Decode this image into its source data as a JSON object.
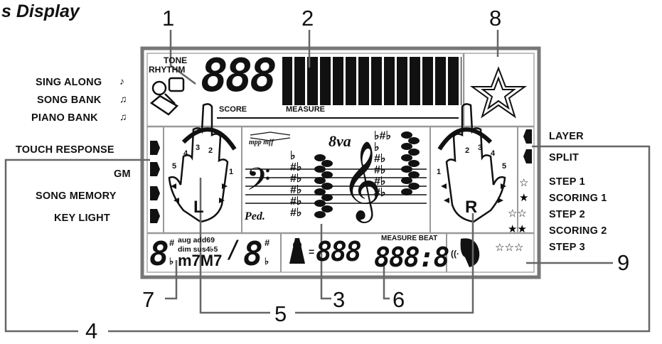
{
  "title": "s Display",
  "callouts": [
    "1",
    "2",
    "3",
    "4",
    "5",
    "6",
    "7",
    "8",
    "9"
  ],
  "left_indicators": [
    "SING ALONG",
    "SONG BANK",
    "PIANO BANK",
    "TOUCH RESPONSE",
    "GM",
    "SONG MEMORY",
    "KEY LIGHT"
  ],
  "right_indicators": [
    "LAYER",
    "SPLIT",
    "STEP 1",
    "SCORING 1",
    "STEP 2",
    "SCORING 2",
    "STEP 3"
  ],
  "lcd": {
    "tone": "TONE",
    "rhythm": "RHYTHM",
    "digits": "888",
    "score": "SCORE",
    "measure": "MEASURE",
    "dynamics": "mpp mff",
    "octave": "8va",
    "pedal": "Ped.",
    "hand_left": "L",
    "hand_right": "R",
    "finger_nums_left": [
      "4",
      "3",
      "2",
      "5",
      "1"
    ],
    "finger_nums_right": [
      "2",
      "3",
      "4",
      "1",
      "5"
    ],
    "chord_root": "8",
    "chord_sym1": "aug add69",
    "chord_sym2": "dim sus4♭5",
    "chord_sym3": "m7M7",
    "slash": "/",
    "bass_root": "8",
    "sharp": "#",
    "flat": "♭",
    "tempo_digits": "888",
    "measure_beat_label": "MEASURE BEAT",
    "measure_digits": "888:8"
  }
}
